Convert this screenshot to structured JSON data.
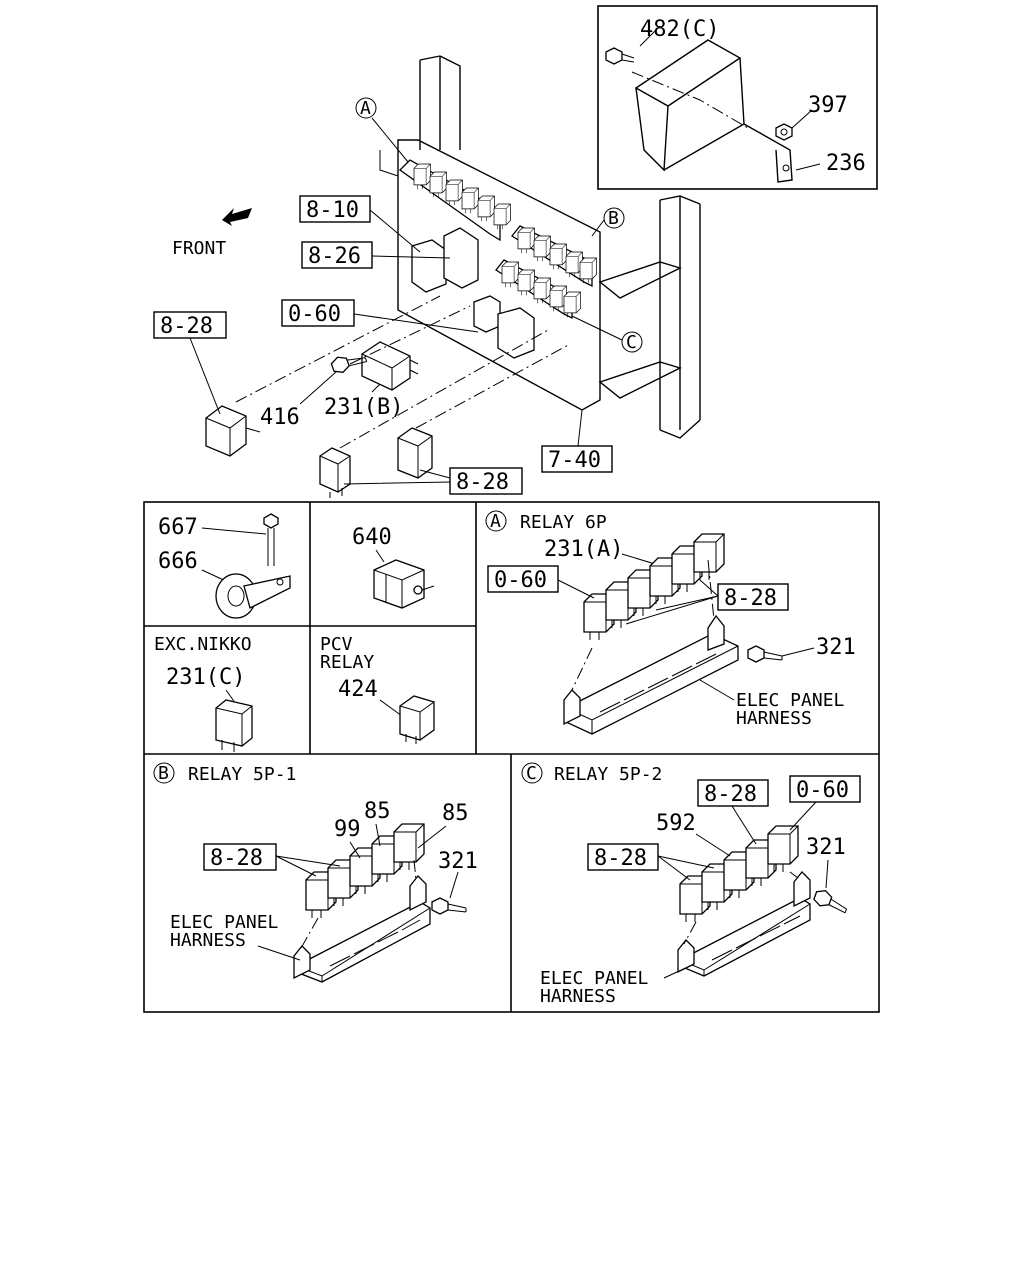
{
  "main": {
    "front": "FRONT",
    "callouts": {
      "a": "A",
      "b": "B",
      "c": "C"
    },
    "labels": {
      "ref_8_10": "8-10",
      "ref_8_26": "8-26",
      "ref_0_60": "0-60",
      "ref_8_28_left": "8-28",
      "ref_8_28_bottom": "8-28",
      "ref_7_40": "7-40",
      "p416": "416",
      "p231b": "231(B)"
    }
  },
  "inset": {
    "p482c": "482(C)",
    "p397": "397",
    "p236": "236"
  },
  "panels": {
    "p667": "667",
    "p666": "666",
    "p640": "640",
    "exc_nikko": "EXC.NIKKO",
    "p231c": "231(C)",
    "pcv_line1": "PCV",
    "pcv_line2": "RELAY",
    "p424": "424",
    "relay6p": {
      "circle": "A",
      "title": "RELAY 6P",
      "p231a": "231(A)",
      "ref_0_60": "0-60",
      "ref_8_28": "8-28",
      "p321": "321",
      "harness1": "ELEC PANEL",
      "harness2": "HARNESS"
    },
    "relay5p1": {
      "circle": "B",
      "title": "RELAY 5P-1",
      "ref_8_28": "8-28",
      "p99": "99",
      "p85a": "85",
      "p85b": "85",
      "p321": "321",
      "harness1": "ELEC PANEL",
      "harness2": "HARNESS"
    },
    "relay5p2": {
      "circle": "C",
      "title": "RELAY 5P-2",
      "ref_8_28_top": "8-28",
      "ref_0_60": "0-60",
      "p592": "592",
      "ref_8_28_left": "8-28",
      "p321": "321",
      "harness1": "ELEC PANEL",
      "harness2": "HARNESS"
    }
  }
}
